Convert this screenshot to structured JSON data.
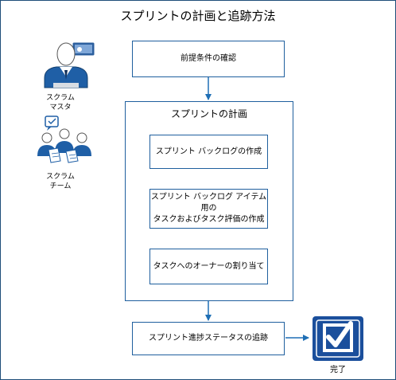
{
  "title": "スプリントの計画と追跡方法",
  "roles": {
    "scrum_master": [
      "スクラム",
      "マスタ"
    ],
    "scrum_team": [
      "スクラム",
      "チーム"
    ]
  },
  "steps": {
    "prerequisites": "前提条件の確認",
    "sprint_planning": {
      "title": "スプリントの計画",
      "create_backlog": "スプリント バックログの作成",
      "create_tasks": [
        "スプリント バックログ アイテム用の",
        "タスクおよびタスク評価の作成"
      ],
      "assign_owners": "タスクへのオーナーの割り当て"
    },
    "track_progress": "スプリント進捗ステータスの追跡",
    "done": "完了"
  },
  "colors": {
    "box_border": "#1f5f9e",
    "arrow": "#1f6fb5",
    "done_icon": "#1b4f9c",
    "person_blue": "#1f5fa6"
  },
  "icons": [
    "scrum-master-icon",
    "scrum-team-icon",
    "checkmark-icon"
  ]
}
